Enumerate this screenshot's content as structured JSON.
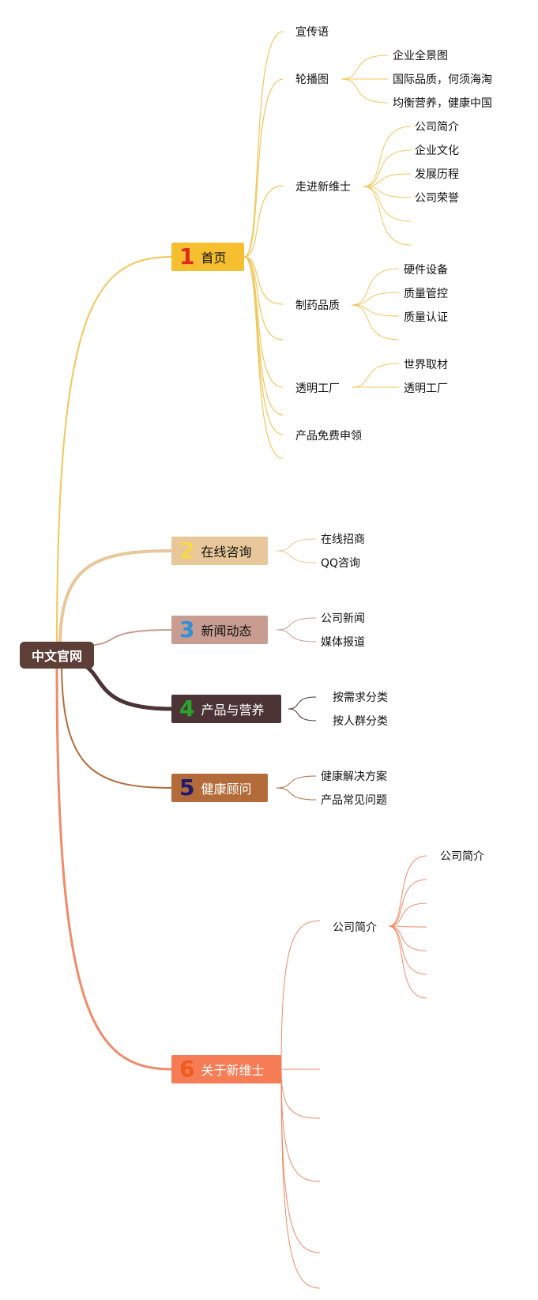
{
  "root": {
    "label": "中文官网",
    "color": "#5d3f37"
  },
  "branches": [
    {
      "num": "1",
      "label": "首页",
      "color": "#f6bf2f",
      "num_color": "#e02a1b",
      "line_color": "#f0c75a",
      "children": [
        {
          "label": "宣传语"
        },
        {
          "label": "轮播图",
          "children": [
            {
              "label": "企业全景图"
            },
            {
              "label": "国际品质，何须海淘"
            },
            {
              "label": "均衡营养，健康中国"
            }
          ]
        },
        {
          "label": "走进新维士",
          "children": [
            {
              "label": "公司简介"
            },
            {
              "label": "企业文化"
            },
            {
              "label": "发展历程"
            },
            {
              "label": "公司荣誉"
            },
            {
              "label": ""
            },
            {
              "label": ""
            }
          ]
        },
        {
          "label": "制药品质",
          "children": [
            {
              "label": "硬件设备"
            },
            {
              "label": "质量管控"
            },
            {
              "label": "质量认证"
            },
            {
              "label": ""
            }
          ]
        },
        {
          "label": "透明工厂",
          "children": [
            {
              "label": "世界取材"
            },
            {
              "label": "透明工厂"
            }
          ]
        },
        {
          "label": "产品免费申领"
        }
      ]
    },
    {
      "num": "2",
      "label": "在线咨询",
      "color": "#e8c79a",
      "num_color": "#f7d84a",
      "line_color": "#e8c79a",
      "children": [
        {
          "label": "在线招商"
        },
        {
          "label": "QQ咨询"
        }
      ]
    },
    {
      "num": "3",
      "label": "新闻动态",
      "color": "#c89c91",
      "num_color": "#2f8fd8",
      "line_color": "#c89c91",
      "children": [
        {
          "label": "公司新闻"
        },
        {
          "label": "媒体报道"
        }
      ]
    },
    {
      "num": "4",
      "label": "产品与营养",
      "color": "#4b3336",
      "num_color": "#2aa52a",
      "line_color": "#4b3336",
      "children": [
        {
          "label": "按需求分类"
        },
        {
          "label": "按人群分类"
        }
      ]
    },
    {
      "num": "5",
      "label": "健康顾问",
      "color": "#b36b3a",
      "num_color": "#1f1a6e",
      "line_color": "#b36b3a",
      "children": [
        {
          "label": "健康解决方案"
        },
        {
          "label": "产品常见问题"
        }
      ]
    },
    {
      "num": "6",
      "label": "关于新维士",
      "color": "#f57c55",
      "num_color": "#f15a1c",
      "line_color": "#f08a68",
      "children": [
        {
          "label": "公司简介",
          "children": [
            {
              "label": "公司简介"
            }
          ]
        }
      ]
    }
  ]
}
